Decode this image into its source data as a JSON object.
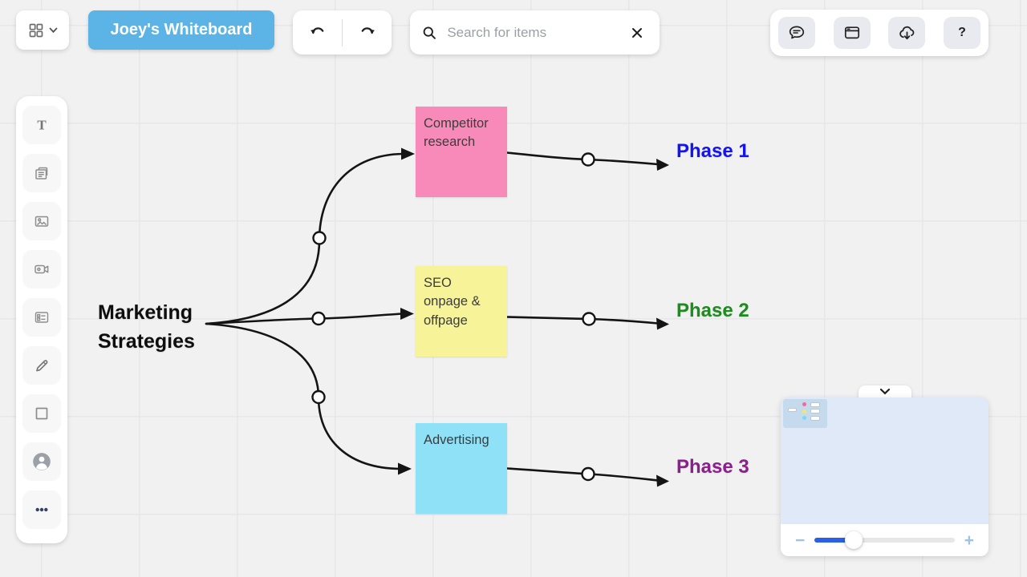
{
  "header": {
    "board_title": "Joey's Whiteboard"
  },
  "toolbar": {
    "icons": [
      "grid-menu-icon",
      "chevron-down-icon",
      "undo-icon",
      "redo-icon"
    ]
  },
  "search": {
    "placeholder": "Search for items",
    "value": "",
    "icons": [
      "search-icon",
      "clear-icon"
    ]
  },
  "top_right": {
    "icons": [
      "comment-icon",
      "window-icon",
      "cloud-download-icon",
      "help-icon"
    ],
    "help_label": "?"
  },
  "sidebar": {
    "tool_icons": [
      "text-icon",
      "sticky-notes-icon",
      "image-icon",
      "video-icon",
      "template-icon",
      "pen-icon",
      "shape-icon",
      "avatar-icon",
      "more-dots-icon"
    ]
  },
  "canvas": {
    "root_label": "Marketing\nStrategies",
    "stickies": [
      {
        "text": "Competitor\nresearch",
        "color": "#F78AB8"
      },
      {
        "text": "SEO\nonpage &\noffpage",
        "color": "#F6F398"
      },
      {
        "text": "Advertising",
        "color": "#8EE1F7"
      }
    ],
    "phases": [
      {
        "label": "Phase 1",
        "color": "#1414F0"
      },
      {
        "label": "Phase 2",
        "color": "#1E8B1E"
      },
      {
        "label": "Phase 3",
        "color": "#8B1F8B"
      }
    ],
    "connector_color": "#141414"
  },
  "minimap": {
    "zoom_out_label": "−",
    "zoom_in_label": "+",
    "slider_fill_color": "#2A5FE8",
    "viewport_dot_colors": [
      "#F0699E",
      "#EDE878",
      "#7FD6F2"
    ]
  }
}
